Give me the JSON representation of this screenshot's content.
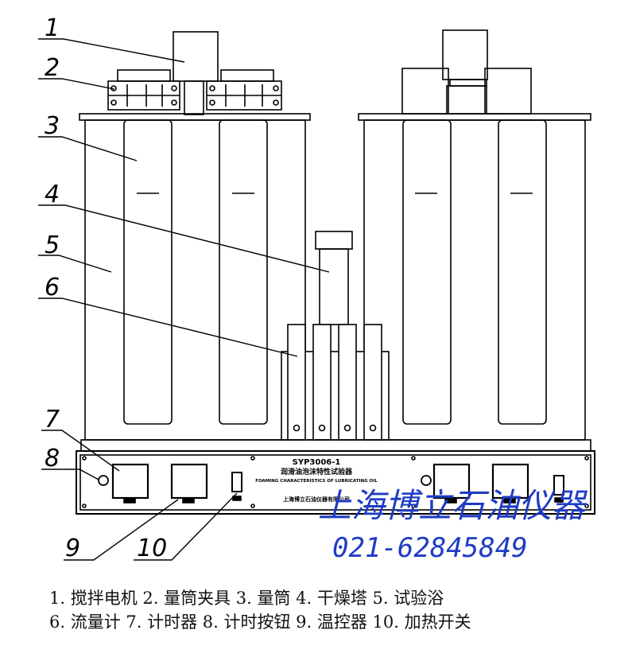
{
  "callouts": [
    "1",
    "2",
    "3",
    "4",
    "5",
    "6",
    "7",
    "8",
    "9",
    "10"
  ],
  "panel": {
    "model": "SYP3006-1",
    "title_cn": "润滑油泡沫特性试验器",
    "title_en": "FOAMING CHARACTERISTICS OF LUBRICATING OIL",
    "maker": "上海博立石油仪器有限公司"
  },
  "watermark": {
    "brand": "上海博立石油仪器",
    "phone": "021-62845849"
  },
  "caption": {
    "line1": "1. 搅拌电机 2. 量筒夹具 3. 量筒 4. 干燥塔 5. 试验浴",
    "line2": "6. 流量计 7. 计时器 8. 计时按钮 9. 温控器 10. 加热开关"
  },
  "colors": {
    "line": "#000000",
    "watermark": "#1f3cc4"
  }
}
